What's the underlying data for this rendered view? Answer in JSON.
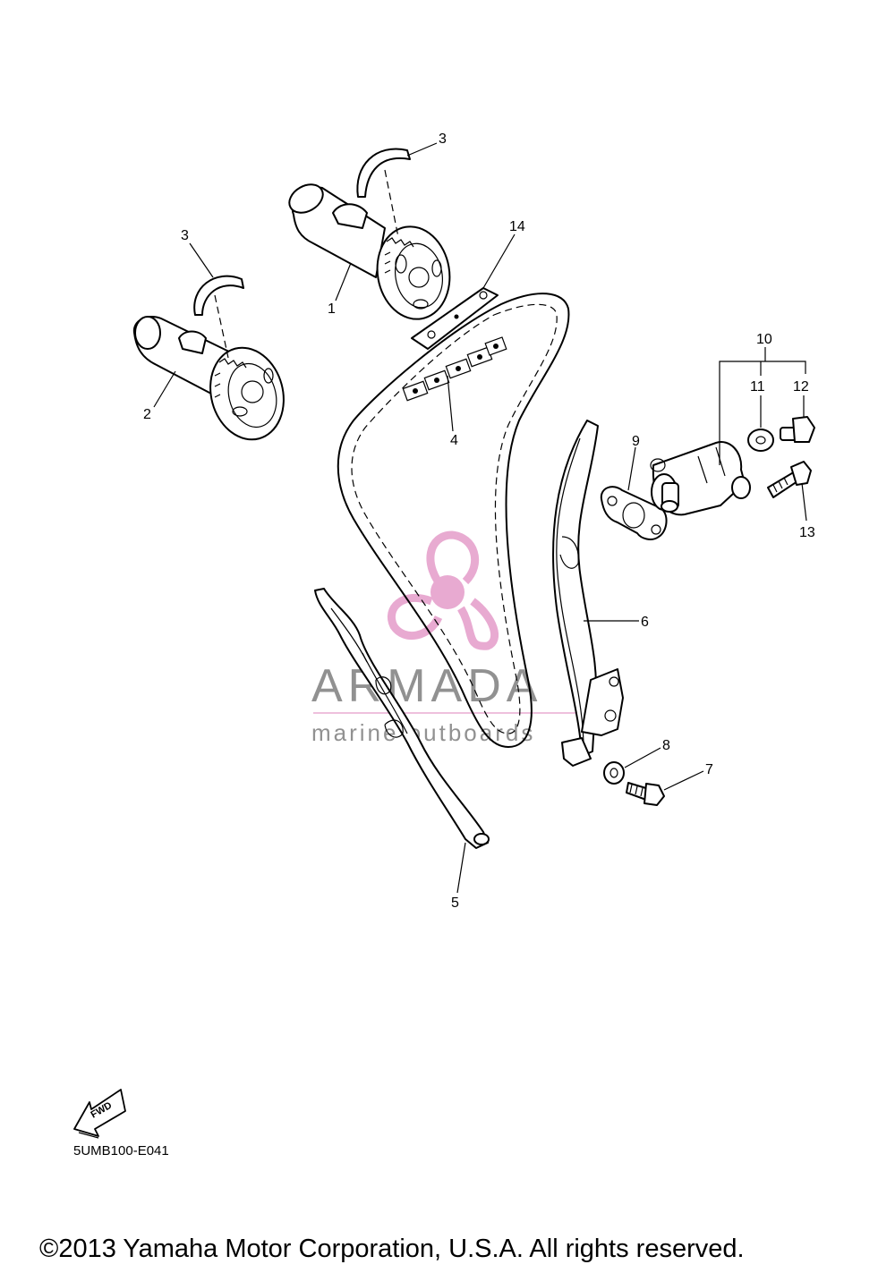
{
  "callouts": {
    "c1": "1",
    "c2": "2",
    "c3a": "3",
    "c3b": "3",
    "c4": "4",
    "c5": "5",
    "c6": "6",
    "c7": "7",
    "c8": "8",
    "c9": "9",
    "c10": "10",
    "c11": "11",
    "c12": "12",
    "c13": "13",
    "c14": "14"
  },
  "watermark": {
    "brand": "ARMADA",
    "tagline": "marine outboards",
    "colors": {
      "logo": "#e7a6cf",
      "text": "#8c8c8c"
    }
  },
  "fwd_arrow": {
    "label": "FWD",
    "icon": "forward-arrow-icon"
  },
  "diagram_code": "5UMB100-E041",
  "copyright": "©2013 Yamaha Motor Corporation, U.S.A. All rights reserved."
}
